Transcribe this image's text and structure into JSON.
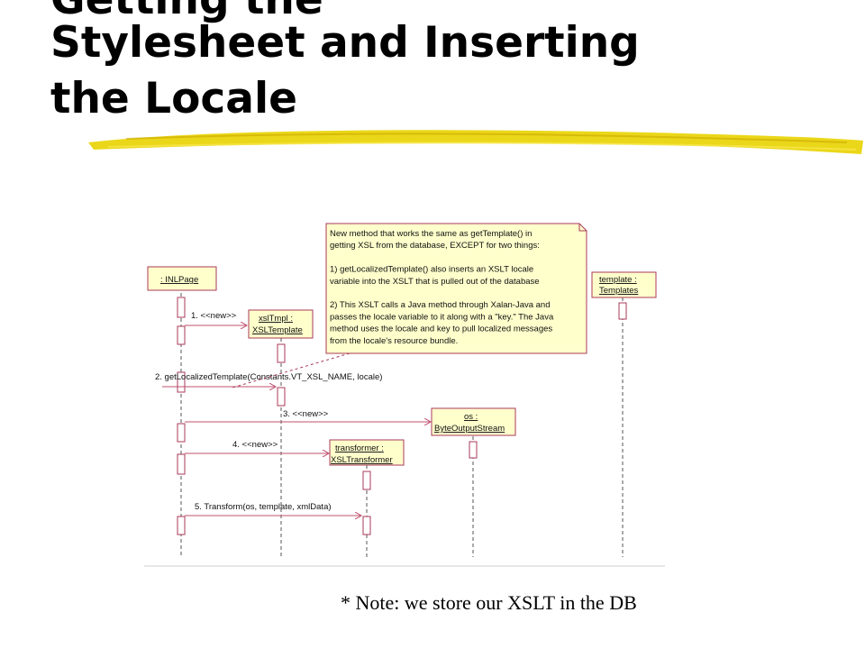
{
  "slide": {
    "title_lines": [
      "Getting the",
      "Stylesheet and Inserting",
      "the Locale"
    ],
    "footnote": "* Note: we store our XSLT in the DB"
  },
  "diagram": {
    "objects": {
      "inlpage": ": INLPage",
      "xsltmpl_1": "xslTmpl :",
      "xsltmpl_2": "XSLTemplate",
      "template_1": "template :",
      "template_2": "Templates",
      "os_1": "os :",
      "os_2": "ByteOutputStream",
      "transformer_1": "transformer :",
      "transformer_2": "XSLTransformer"
    },
    "messages": {
      "m1": "1. <<new>>",
      "m2": "2. getLocalizedTemplate(Constants.VT_XSL_NAME, locale)",
      "m3": "3. <<new>>",
      "m4": "4. <<new>>",
      "m5": "5. Transform(os, template, xmlData)"
    },
    "note_lines": [
      "New method that works the same as getTemplate() in",
      "getting XSL from the database, EXCEPT for two things:",
      "",
      "1) getLocalizedTemplate() also inserts an XSLT locale",
      "variable into the XSLT that is pulled out of the database",
      "",
      "2) This XSLT calls a Java method through Xalan-Java and",
      "passes the locale variable to it along with a \"key.\"  The Java",
      "method uses the locale and key to pull localized messages",
      "from the locale's resource bundle."
    ],
    "colors": {
      "box_fill": "#ffffcc",
      "box_stroke": "#a83a5a",
      "message_line": "#c0506e"
    }
  }
}
